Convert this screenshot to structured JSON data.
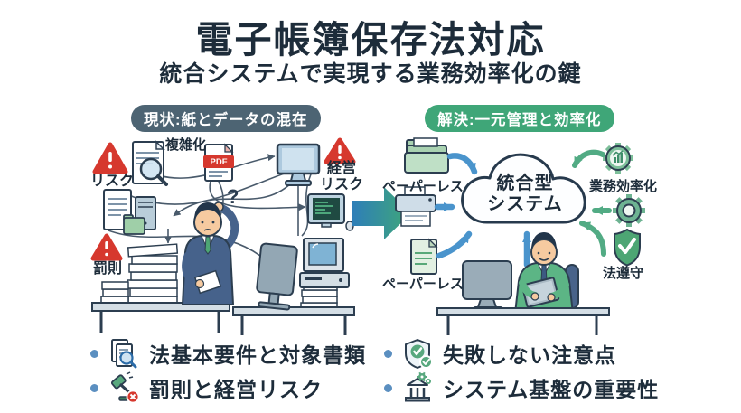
{
  "header": {
    "title": "電子帳簿保存法対応",
    "subtitle": "統合システムで実現する業務効率化の鍵"
  },
  "panels": {
    "current": {
      "badge": "現状:紙とデータの混在",
      "labels": {
        "risk": "リスク",
        "complexity": "複雑化",
        "pdf": "PDF",
        "mgmt_line1": "経営",
        "mgmt_line2": "リスク",
        "penalty": "罰則",
        "question": "?"
      }
    },
    "solution": {
      "badge": "解決:一元管理と効率化",
      "labels": {
        "paperless_top": "ペーパーレス",
        "paperless_bottom": "ペーパーレス",
        "cloud_line1": "統合型",
        "cloud_line2": "システム",
        "efficiency": "業務効率化",
        "compliance": "法遵守"
      }
    }
  },
  "bullets": [
    {
      "label": "法基本要件と対象書類",
      "icon": "documents-magnifier"
    },
    {
      "label": "罰則と経営リスク",
      "icon": "gavel-prohibited"
    },
    {
      "label": "失敗しない注意点",
      "icon": "shield-check"
    },
    {
      "label": "システム基盤の重要性",
      "icon": "institution-gears"
    }
  ],
  "colors": {
    "title_text": "#1d2c3a",
    "current_badge": "#4d6473",
    "solution_badge": "#3fa678",
    "warning_red": "#d6382e",
    "arrow_blue": "#4a94cc",
    "arrow_green": "#52ab84",
    "bullet_dot": "#5b8fc0"
  }
}
